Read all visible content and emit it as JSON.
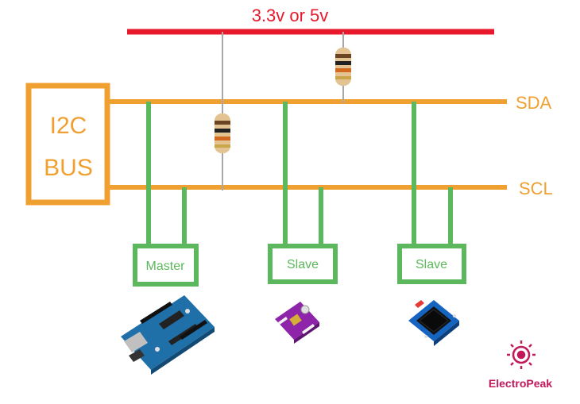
{
  "power": {
    "label": "3.3v or 5v",
    "color": "#e8192c"
  },
  "bus": {
    "label_line1": "I2C",
    "label_line2": "BUS",
    "color": "#f0a030"
  },
  "lines": {
    "sda_label": "SDA",
    "scl_label": "SCL"
  },
  "connector_color": "#5cb85c",
  "devices": [
    {
      "label": "Master",
      "image": "arduino-uno-board"
    },
    {
      "label": "Slave",
      "image": "sensor-module-board"
    },
    {
      "label": "Slave",
      "image": "oled-display-module"
    }
  ],
  "brand": {
    "name": "ElectroPeak",
    "color": "#c2185b"
  }
}
